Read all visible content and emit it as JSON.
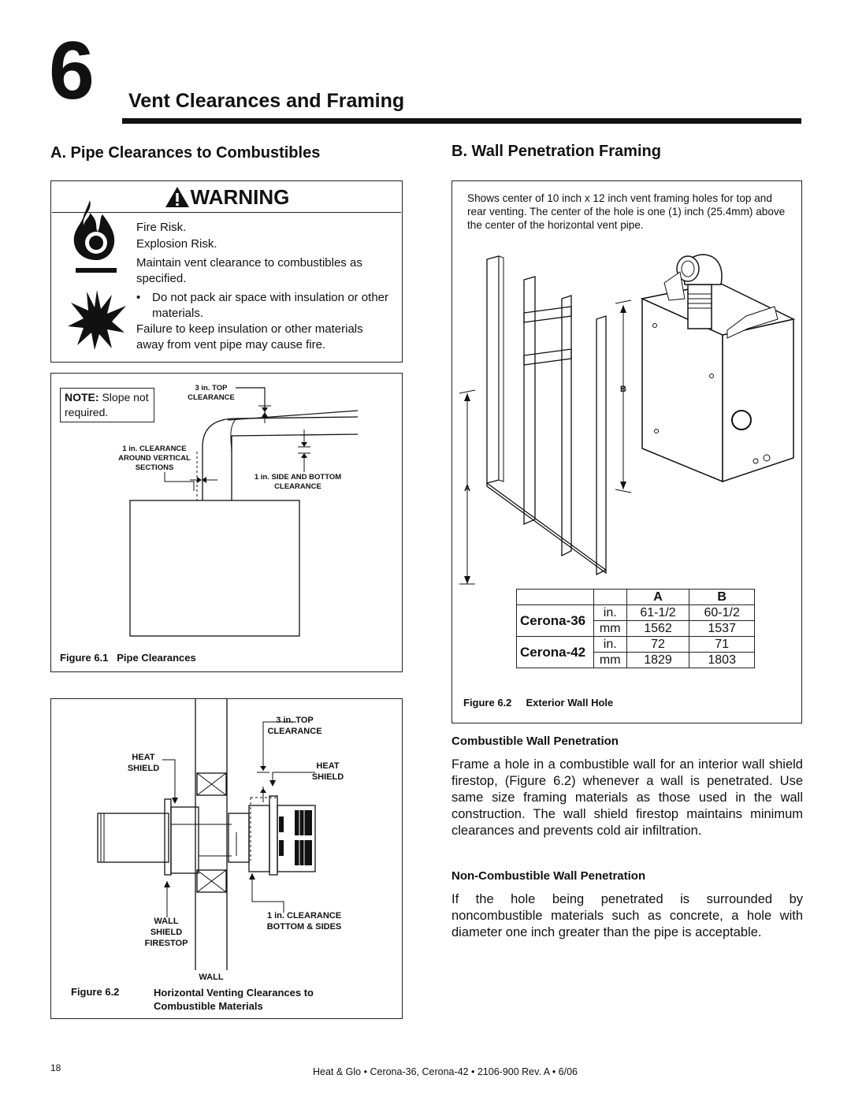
{
  "chapter": {
    "number": "6",
    "title": "Vent Clearances and Framing"
  },
  "section_a": {
    "title": "A. Pipe Clearances to Combustibles"
  },
  "section_b": {
    "title": "B. Wall Penetration Framing"
  },
  "warning": {
    "title": "WARNING",
    "lines": [
      "Fire Risk.",
      "Explosion Risk.",
      "Maintain vent clearance to combustibles as specified."
    ],
    "bullet": "Do not pack air space with insulation or other materials.",
    "footer": "Failure to keep insulation or other materials away from vent pipe may cause fire."
  },
  "fig61": {
    "note_bold": "NOTE:",
    "note_text": "Slope not required.",
    "label_top": "3 in. TOP CLEARANCE",
    "label_vertical": "1 in. CLEARANCE AROUND VERTICAL SECTIONS",
    "label_side": "1 in. SIDE AND BOTTOM CLEARANCE",
    "caption_num": "Figure 6.1",
    "caption_text": "Pipe Clearances"
  },
  "fig62a": {
    "label_top": "3 in. TOP CLEARANCE",
    "label_heat_left": "HEAT SHIELD",
    "label_heat_right": "HEAT SHIELD",
    "label_wall_shield": "WALL SHIELD FIRESTOP",
    "label_clearance": "1 in. CLEARANCE BOTTOM & SIDES",
    "label_wall": "WALL",
    "caption_num": "Figure 6.2",
    "caption_text": "Horizontal Venting Clearances to Combustible Materials"
  },
  "fig62b": {
    "description": "Shows center of 10 inch x 12 inch vent framing holes for top and rear venting. The center of the hole is one (1) inch (25.4mm) above the center of the horizontal vent pipe.",
    "label_a": "A",
    "label_b": "B",
    "table": {
      "headers": [
        "A",
        "B"
      ],
      "rows": [
        {
          "model": "Cerona-36",
          "unit": "in.",
          "a": "61-1/2",
          "b": "60-1/2"
        },
        {
          "model": "",
          "unit": "mm",
          "a": "1562",
          "b": "1537"
        },
        {
          "model": "Cerona-42",
          "unit": "in.",
          "a": "72",
          "b": "71"
        },
        {
          "model": "",
          "unit": "mm",
          "a": "1829",
          "b": "1803"
        }
      ]
    },
    "caption_num": "Figure 6.2",
    "caption_text": "Exterior Wall Hole"
  },
  "combustible": {
    "heading": "Combustible Wall Penetration",
    "text": "Frame a hole in a combustible wall for an interior wall shield firestop, (Figure 6.2) whenever a wall is penetrated. Use same size framing materials as those used in the wall construction. The wall shield firestop maintains minimum clearances and prevents cold air infiltration."
  },
  "noncombustible": {
    "heading": "Non-Combustible Wall Penetration",
    "text": "If the hole being penetrated is surrounded by noncombustible materials such as concrete, a hole with diameter one inch greater than the pipe is acceptable."
  },
  "footer": {
    "page": "18",
    "text": "Heat & Glo • Cerona-36, Cerona-42 • 2106-900 Rev. A • 6/06"
  },
  "icons": {
    "warning": "warning-triangle-icon",
    "fire": "flame-icon",
    "explosion": "explosion-icon"
  }
}
